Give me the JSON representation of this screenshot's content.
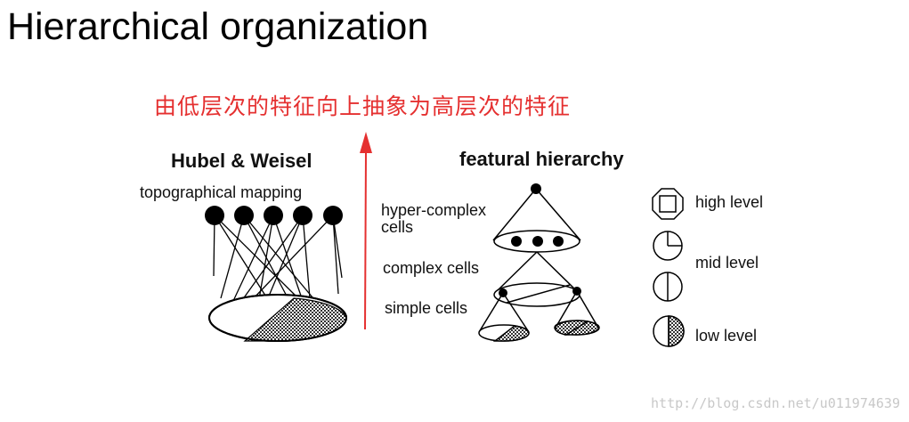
{
  "title": "Hierarchical organization",
  "subtitle": "由低层次的特征向上抽象为高层次的特征",
  "left_panel": {
    "heading": "Hubel & Weisel",
    "label": "topographical mapping"
  },
  "right_panel": {
    "heading": "featural hierarchy",
    "labels": {
      "hyper_complex_1": "hyper-complex",
      "hyper_complex_2": "cells",
      "complex": "complex cells",
      "simple": "simple cells"
    }
  },
  "legend": {
    "high": "high level",
    "mid": "mid level",
    "low": "low level"
  },
  "watermark": "http://blog.csdn.net/u011974639",
  "colors": {
    "subtitle": "#e53030",
    "arrow": "#e53030",
    "ink": "#000000"
  }
}
